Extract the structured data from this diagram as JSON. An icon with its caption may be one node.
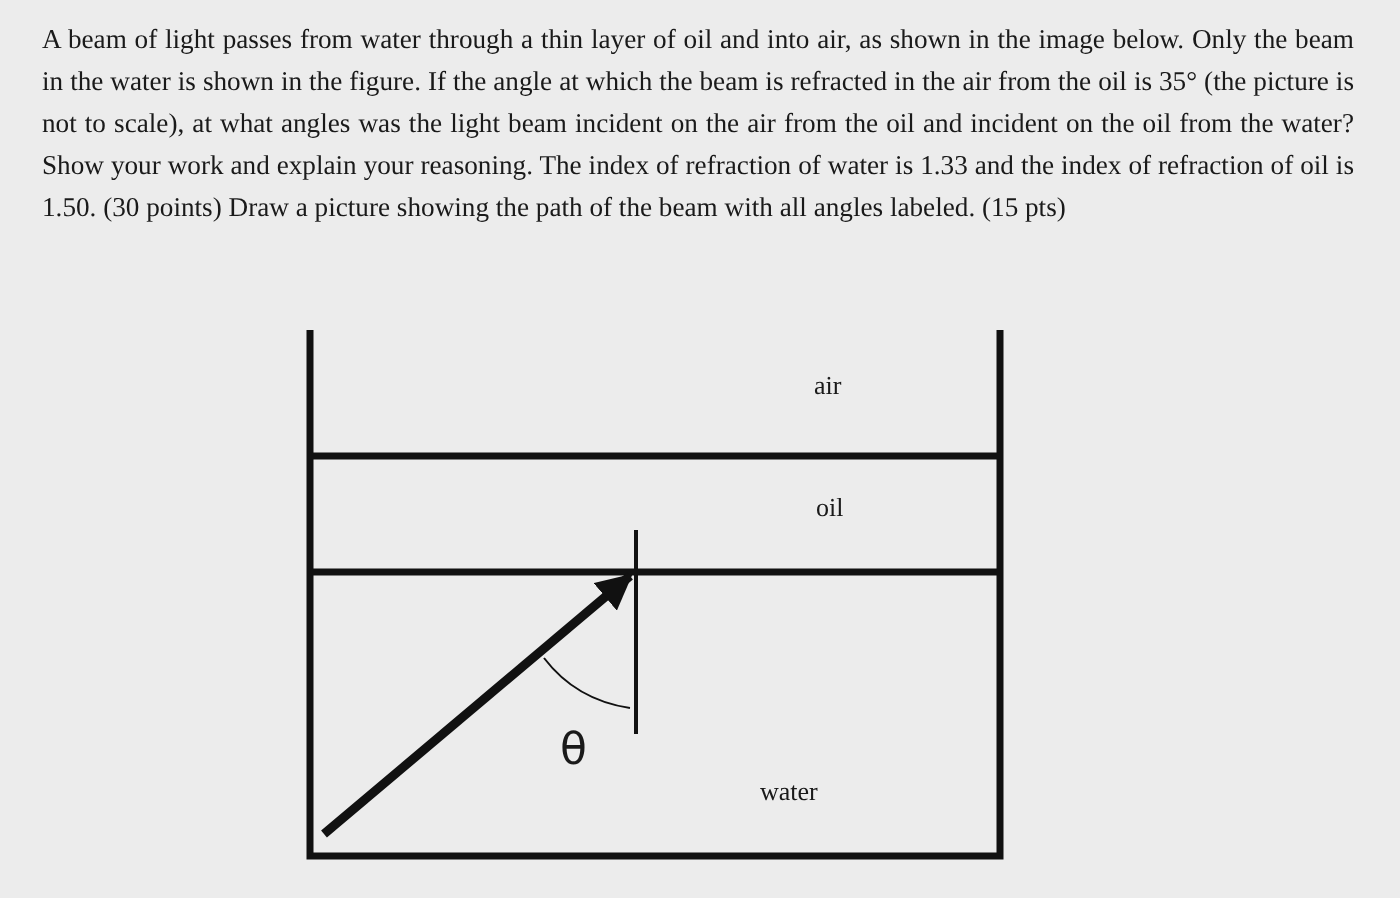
{
  "diagram": {
    "labels": [
      "A beam of light passes from water through a thin layer of oil and into air, as shown in the image below. Only the beam in the water is shown in the figure. If the angle at which the beam is refracted in the air from the oil is 35° (the picture is not to scale), at what angles was the light beam incident on the air from the oil and incident on the oil from the water? Show your work and explain your reasoning. The index of refraction of water is 1.33 and the index of refraction of oil is 1.50. (30 points) Draw a picture showing the path of the beam with all angles labeled. (15 pts)",
      "air",
      "oil",
      "water",
      "θ"
    ]
  }
}
